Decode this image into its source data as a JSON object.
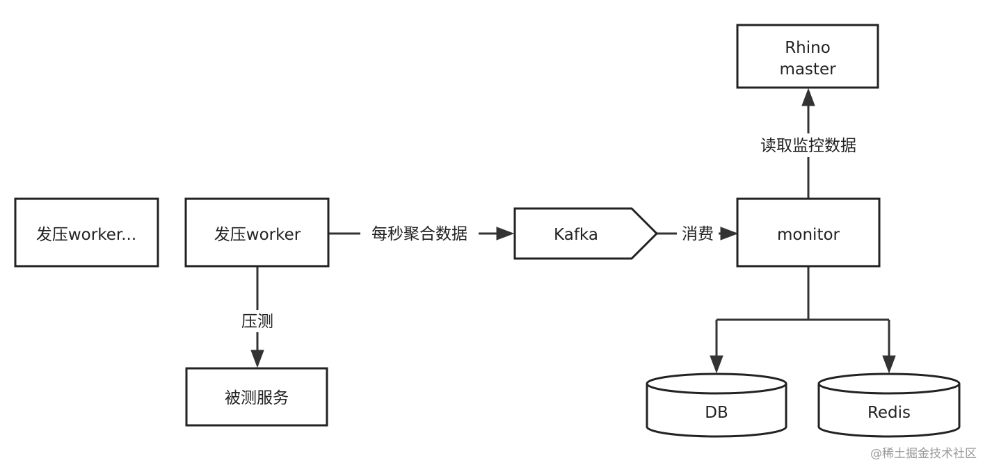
{
  "nodes": {
    "worker_more": "发压worker...",
    "worker": "发压worker",
    "target_service": "被测服务",
    "kafka": "Kafka",
    "monitor": "monitor",
    "rhino_master_line1": "Rhino",
    "rhino_master_line2": "master",
    "db": "DB",
    "redis": "Redis"
  },
  "edges": {
    "worker_to_kafka": "每秒聚合数据",
    "kafka_to_monitor": "消费",
    "monitor_to_master": "读取监控数据",
    "worker_to_service": "压测"
  },
  "watermark": "@稀土掘金技术社区",
  "colors": {
    "stroke": "#222222",
    "arrow": "#333333",
    "text": "#222222",
    "watermark": "#9a9a9a",
    "background": "#ffffff"
  }
}
